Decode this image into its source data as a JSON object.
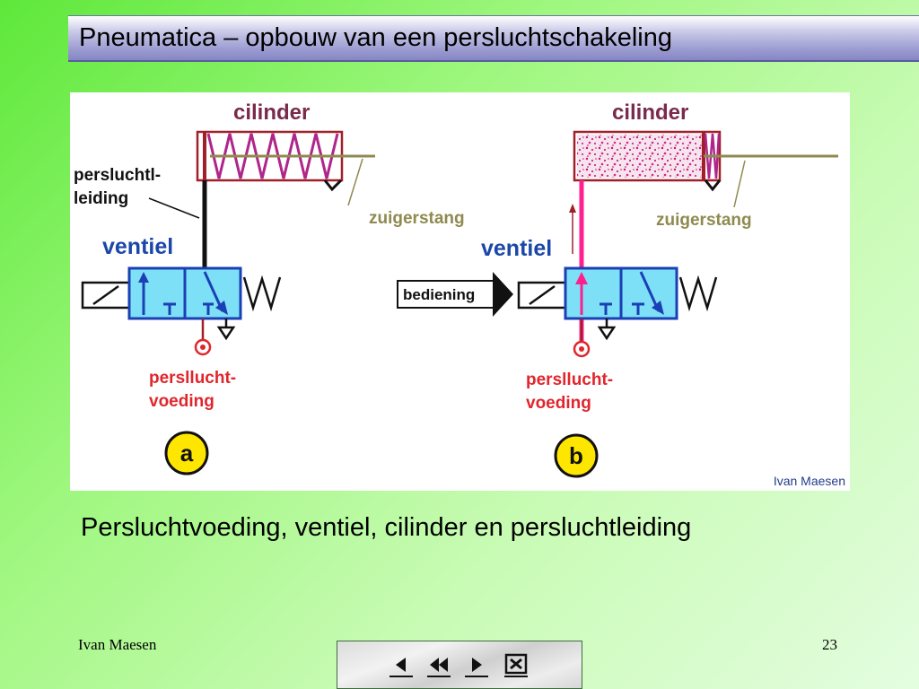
{
  "slide": {
    "title": "Pneumatica – opbouw van een persluchtschakeling",
    "caption": "Persluchtvoeding, ventiel, cilinder en persluchtleiding",
    "footer_author": "Ivan Maesen",
    "page_number": "23"
  },
  "diagram": {
    "a": {
      "cilinder": "cilinder",
      "leiding_line1": "persluchtl-",
      "leiding_line2": "leiding",
      "zuigerstang": "zuigerstang",
      "ventiel": "ventiel",
      "voeding_line1": "persllucht-",
      "voeding_line2": "voeding",
      "marker": "a"
    },
    "b": {
      "cilinder": "cilinder",
      "zuigerstang": "zuigerstang",
      "ventiel": "ventiel",
      "bediening": "bediening",
      "voeding_line1": "persllucht-",
      "voeding_line2": "voeding",
      "marker": "b"
    },
    "credit": "Ivan Maesen"
  },
  "nav": {
    "icons": [
      "prev-icon",
      "first-icon",
      "next-icon",
      "close-icon"
    ]
  },
  "colors": {
    "valve_fill": "#7ee0f7",
    "valve_stroke": "#1b3fb5",
    "cylinder_stroke": "#a0202a",
    "spring": "#b0258a",
    "air_pink": "#ff1f8f",
    "marker_fill": "#ffe600"
  }
}
